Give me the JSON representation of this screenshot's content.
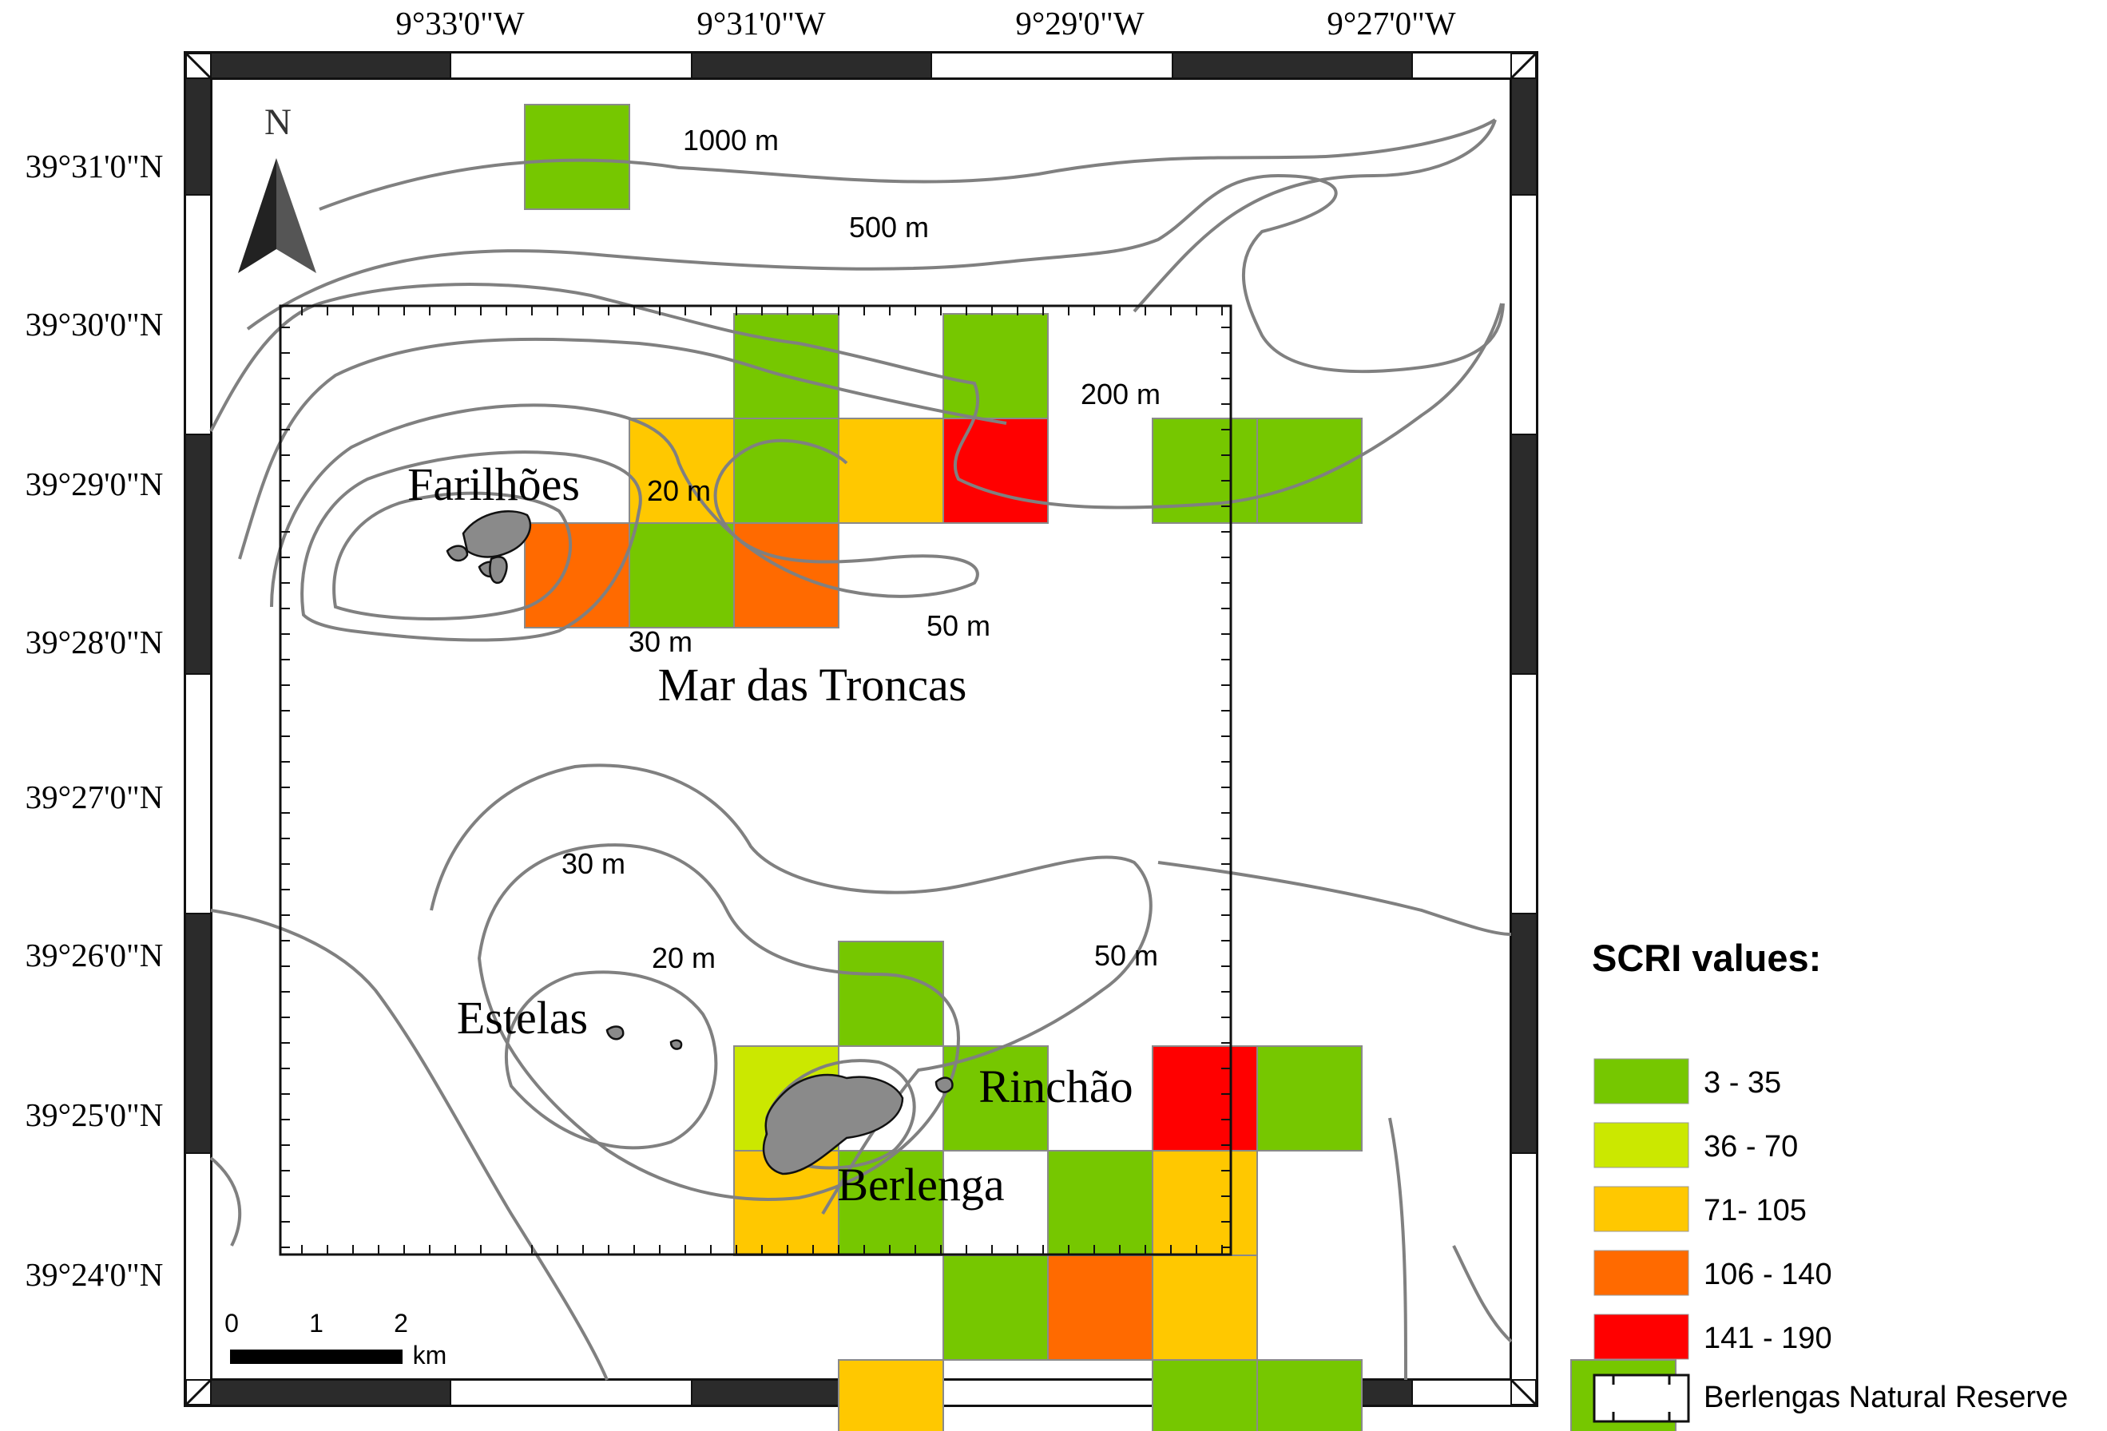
{
  "map": {
    "longitude_labels": [
      "9°33'0\"W",
      "9°31'0\"W",
      "9°29'0\"W",
      "9°27'0\"W"
    ],
    "latitude_labels": [
      "39°31'0\"N",
      "39°30'0\"N",
      "39°29'0\"N",
      "39°28'0\"N",
      "39°27'0\"N",
      "39°26'0\"N",
      "39°25'0\"N",
      "39°24'0\"N"
    ],
    "north_label": "N",
    "place_names": {
      "farilhoes": "Farilhões",
      "mar_das_troncas": "Mar das Troncas",
      "estelas": "Estelas",
      "rinchao": "Rinchão",
      "berlenga": "Berlenga"
    },
    "depth_labels": {
      "d1000": "1000 m",
      "d500": "500 m",
      "d200": "200 m",
      "d20_north": "20 m",
      "d30_north": "30 m",
      "d50_north": "50 m",
      "d30_south": "30 m",
      "d20_south": "20 m",
      "d50_south": "50 m"
    },
    "scale_bar": {
      "tick_0": "0",
      "tick_1": "1",
      "tick_2": "2",
      "unit": "km"
    },
    "grid_cells": [
      {
        "id": "c01",
        "col": 3,
        "row": 0,
        "class": "3 - 35"
      },
      {
        "id": "c02",
        "col": 5,
        "row": 2,
        "class": "3 - 35"
      },
      {
        "id": "c03",
        "col": 7,
        "row": 2,
        "class": "3 - 35"
      },
      {
        "id": "c04",
        "col": 4,
        "row": 3,
        "class": "71- 105"
      },
      {
        "id": "c05",
        "col": 5,
        "row": 3,
        "class": "3 - 35"
      },
      {
        "id": "c06",
        "col": 6,
        "row": 3,
        "class": "71- 105"
      },
      {
        "id": "c07",
        "col": 7,
        "row": 3,
        "class": "141 - 190"
      },
      {
        "id": "c08",
        "col": 9,
        "row": 3,
        "class": "3 - 35"
      },
      {
        "id": "c09",
        "col": 10,
        "row": 3,
        "class": "3 - 35"
      },
      {
        "id": "c10",
        "col": 3,
        "row": 4,
        "class": "106 - 140"
      },
      {
        "id": "c11",
        "col": 4,
        "row": 4,
        "class": "3 - 35"
      },
      {
        "id": "c12",
        "col": 5,
        "row": 4,
        "class": "106 - 140"
      },
      {
        "id": "c13",
        "col": 6,
        "row": 8,
        "class": "3 - 35"
      },
      {
        "id": "c14",
        "col": 5,
        "row": 9,
        "class": "36 - 70"
      },
      {
        "id": "c15",
        "col": 7,
        "row": 9,
        "class": "3 - 35"
      },
      {
        "id": "c16",
        "col": 9,
        "row": 9,
        "class": "141 - 190"
      },
      {
        "id": "c17",
        "col": 10,
        "row": 9,
        "class": "3 - 35"
      },
      {
        "id": "c18",
        "col": 5,
        "row": 10,
        "class": "71- 105"
      },
      {
        "id": "c19",
        "col": 6,
        "row": 10,
        "class": "3 - 35"
      },
      {
        "id": "c20",
        "col": 8,
        "row": 10,
        "class": "3 - 35"
      },
      {
        "id": "c21",
        "col": 9,
        "row": 10,
        "class": "71- 105"
      },
      {
        "id": "c22",
        "col": 7,
        "row": 11,
        "class": "3 - 35"
      },
      {
        "id": "c23",
        "col": 8,
        "row": 11,
        "class": "106 - 140"
      },
      {
        "id": "c24",
        "col": 9,
        "row": 11,
        "class": "71- 105"
      },
      {
        "id": "c25",
        "col": 6,
        "row": 12,
        "class": "71- 105"
      },
      {
        "id": "c26",
        "col": 9,
        "row": 12,
        "class": "3 - 35"
      },
      {
        "id": "c27",
        "col": 10,
        "row": 12,
        "class": "3 - 35"
      },
      {
        "id": "c28",
        "col": 13,
        "row": 12,
        "class": "3 - 35"
      }
    ]
  },
  "legend": {
    "title": "SCRI values:",
    "classes": [
      {
        "label": "3 - 35",
        "color": "#76c700"
      },
      {
        "label": "36 - 70",
        "color": "#cbe800"
      },
      {
        "label": "71- 105",
        "color": "#ffc800"
      },
      {
        "label": "106 - 140",
        "color": "#ff6a00"
      },
      {
        "label": "141 - 190",
        "color": "#ff0000"
      }
    ],
    "reserve_label": "Berlengas Natural Reserve"
  }
}
